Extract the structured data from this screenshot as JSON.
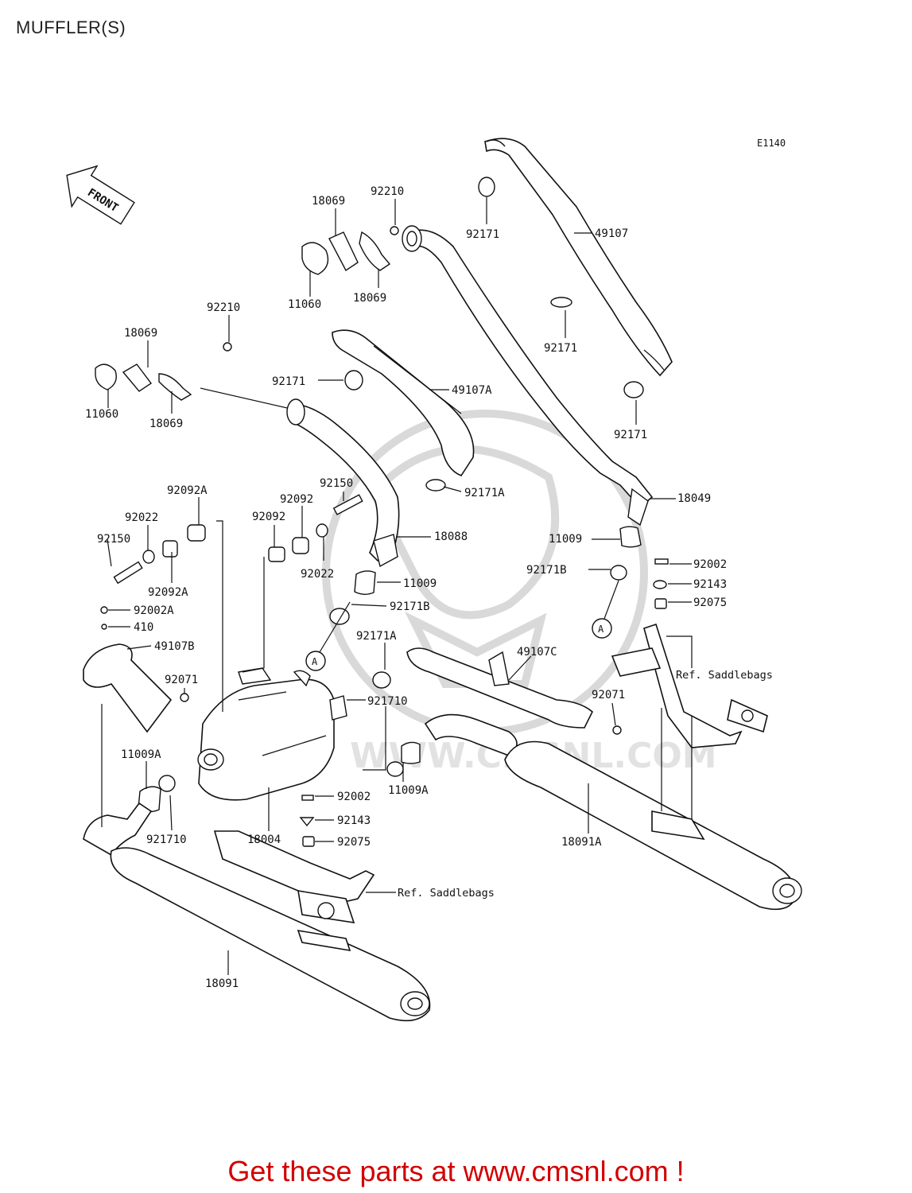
{
  "page_title": "MUFFLER(S)",
  "diagram_code": "E1140",
  "front_label": "FRONT",
  "footer_text": "Get these parts at www.cmsnl.com !",
  "watermark_text": "WWW.CMSNL.COM",
  "callout_mark": "A",
  "ref_label": "Ref. Saddlebags",
  "part_labels": [
    "18069",
    "92210",
    "92171",
    "49107",
    "11060",
    "18069",
    "92171",
    "92210",
    "18069",
    "92171",
    "49107A",
    "11060",
    "18069",
    "92171",
    "92150",
    "92171A",
    "18049",
    "92092A",
    "92092",
    "92092",
    "92022",
    "18088",
    "11009",
    "92150",
    "92022",
    "92171B",
    "92002",
    "92092A",
    "11009",
    "92143",
    "92002A",
    "92171B",
    "92075",
    "410",
    "92171A",
    "49107C",
    "49107B",
    "92071",
    "92071",
    "921710",
    "11009A",
    "11009A",
    "92002",
    "92143",
    "921710",
    "18004",
    "92075",
    "18091A",
    "18091"
  ]
}
